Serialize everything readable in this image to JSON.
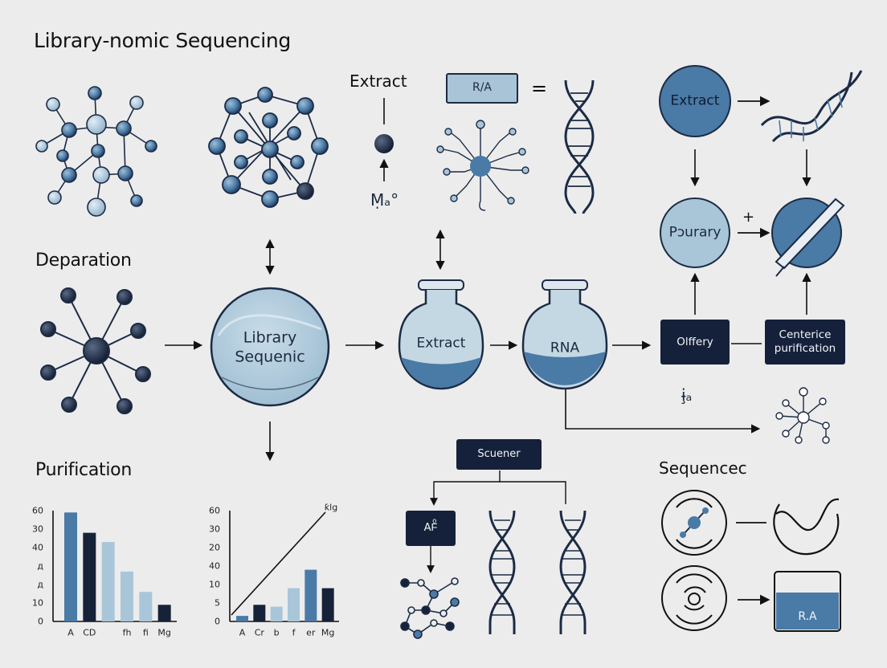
{
  "labels": {
    "title": "Library‑nomic Sequencing",
    "deparation": "Deparation",
    "purification": "Purification",
    "extract_top": "Extract",
    "sequencec": "Sequencec",
    "equals": "=",
    "plus": "+"
  },
  "nodes": {
    "library_sequenic": [
      "Library",
      "Sequenic"
    ],
    "extract_flask": "Extract",
    "rna_flask": "RNA",
    "extract_circle": "Extract",
    "pdurary": "Pɔurary"
  },
  "boxes": {
    "ria": "R/A",
    "olffery": "Olffery",
    "centerice": [
      "Centerice",
      "purification"
    ],
    "scuener": "Scuener",
    "af": "AFͦ",
    "ra": "R.A"
  },
  "symbols": {
    "glyph_top": "Ṃₐ°",
    "glyph_mid": "ɨ̧ₐ"
  },
  "chart_data": [
    {
      "type": "bar",
      "categories": [
        "A",
        "CD",
        "",
        "fh",
        "fi",
        "Mg"
      ],
      "values": [
        59,
        48,
        43,
        27,
        16,
        9
      ],
      "colors": [
        "#4a7aa6",
        "#152238",
        "#a9c6d9",
        "#a9c6d9",
        "#a9c6d9",
        "#152238"
      ],
      "yticks": [
        "0",
        "10",
        "20",
        "30",
        "40",
        "50",
        "60"
      ],
      "yticks_shown": [
        "0",
        "10",
        "д",
        "д",
        "40",
        "30",
        "60"
      ],
      "ylim": [
        0,
        60
      ]
    },
    {
      "type": "bar",
      "categories": [
        "A",
        "Cr",
        "b",
        "f",
        "er",
        "Mg"
      ],
      "values": [
        3,
        9,
        8,
        18,
        28,
        18
      ],
      "colors": [
        "#4a7aa6",
        "#152238",
        "#a9c6d9",
        "#a9c6d9",
        "#4a7aa6",
        "#152238"
      ],
      "yticks_shown": [
        "0",
        "5",
        "10",
        "40",
        "20",
        "30",
        "60"
      ],
      "ylim": [
        0,
        60
      ],
      "line_label": "ƙlg"
    }
  ]
}
